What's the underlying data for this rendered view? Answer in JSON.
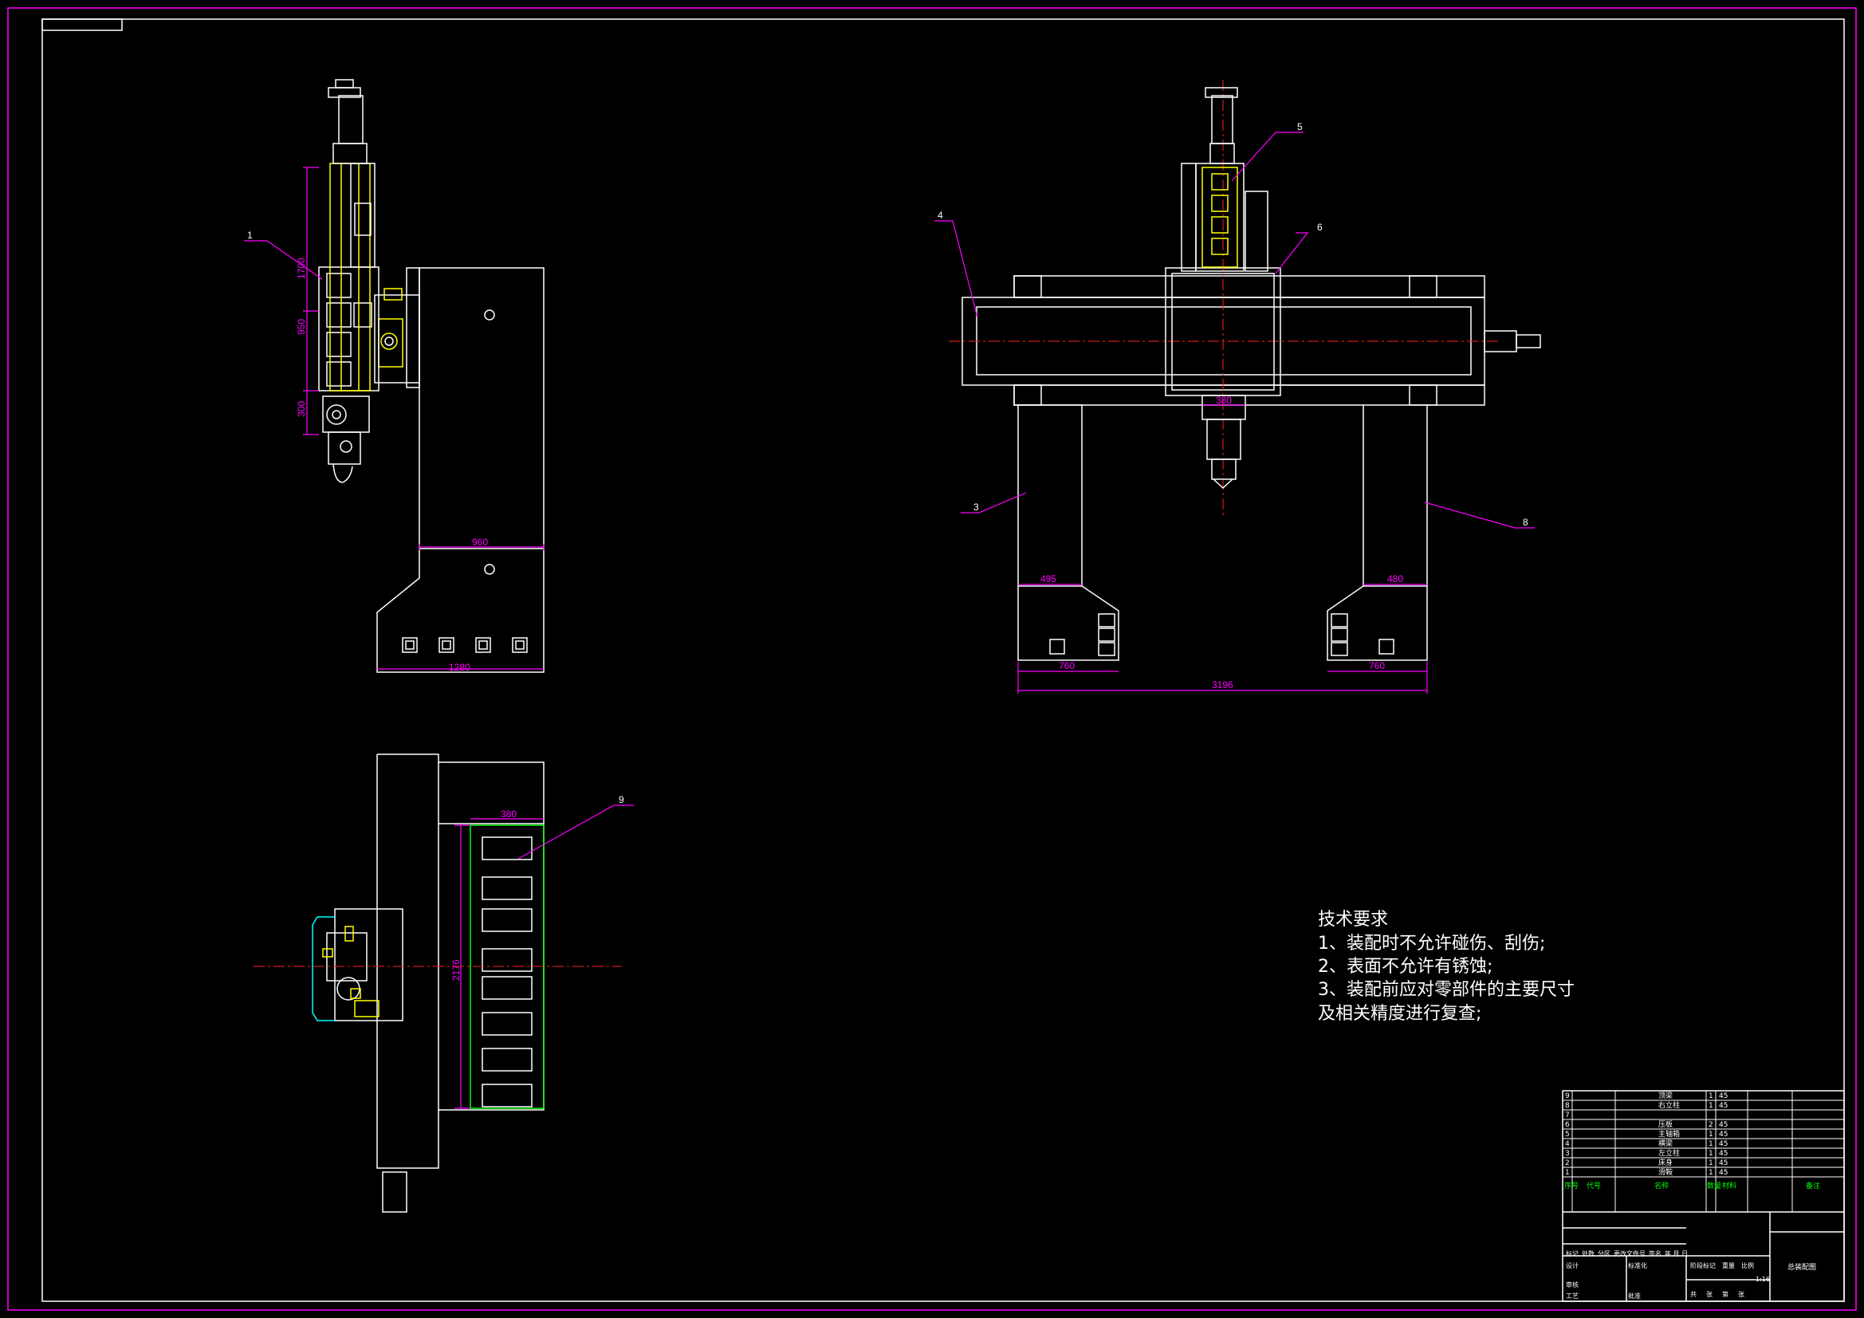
{
  "tech_requirements": {
    "title": "技术要求",
    "lines": [
      "1、装配时不允许碰伤、刮伤;",
      "2、表面不允许有锈蚀;",
      "3、装配前应对零部件的主要尺寸",
      "及相关精度进行复查;"
    ]
  },
  "dimensions": {
    "side_1280": "1280",
    "side_960": "960",
    "side_vert_a": "1700",
    "side_vert_b": "950",
    "side_vert_c": "300",
    "front_3196": "3196",
    "front_760_left": "760",
    "front_760_right": "760",
    "front_495": "495",
    "front_480": "480",
    "front_spindle": "380",
    "top_2176": "2176",
    "top_380": "380"
  },
  "balloons": {
    "b1": "1",
    "b3": "3",
    "b4": "4",
    "b5": "5",
    "b6": "6",
    "b8": "8",
    "b9": "9"
  },
  "bom": [
    {
      "no": "9",
      "name": "顶梁",
      "qty": "1",
      "material": "45"
    },
    {
      "no": "8",
      "name": "右立柱",
      "qty": "1",
      "material": "45"
    },
    {
      "no": "7",
      "name": "",
      "qty": "",
      "material": ""
    },
    {
      "no": "6",
      "name": "压板",
      "qty": "2",
      "material": "45"
    },
    {
      "no": "5",
      "name": "主轴箱",
      "qty": "1",
      "material": "45"
    },
    {
      "no": "4",
      "name": "横梁",
      "qty": "1",
      "material": "45"
    },
    {
      "no": "3",
      "name": "左立柱",
      "qty": "1",
      "material": "45"
    },
    {
      "no": "2",
      "name": "床身",
      "qty": "1",
      "material": "45"
    },
    {
      "no": "1",
      "name": "滑鞍",
      "qty": "1",
      "material": "45"
    }
  ],
  "bom_header": {
    "seq": "序号",
    "code": "代号",
    "name": "名称",
    "qty": "数量",
    "material": "材料",
    "remark": "备注"
  },
  "title_block": {
    "drawing_name": "总装配图",
    "mark_row": [
      "标记",
      "处数",
      "分区",
      "更改文件号",
      "签名",
      "年 月 日"
    ],
    "design": "设计",
    "standardize": "标准化",
    "review": "审核",
    "craft": "工艺",
    "approve": "批准",
    "stage_labels": [
      "阶段标记",
      "重量",
      "比例"
    ],
    "scale": "1:16",
    "sheet": [
      "共",
      "张",
      "第",
      "张"
    ]
  }
}
